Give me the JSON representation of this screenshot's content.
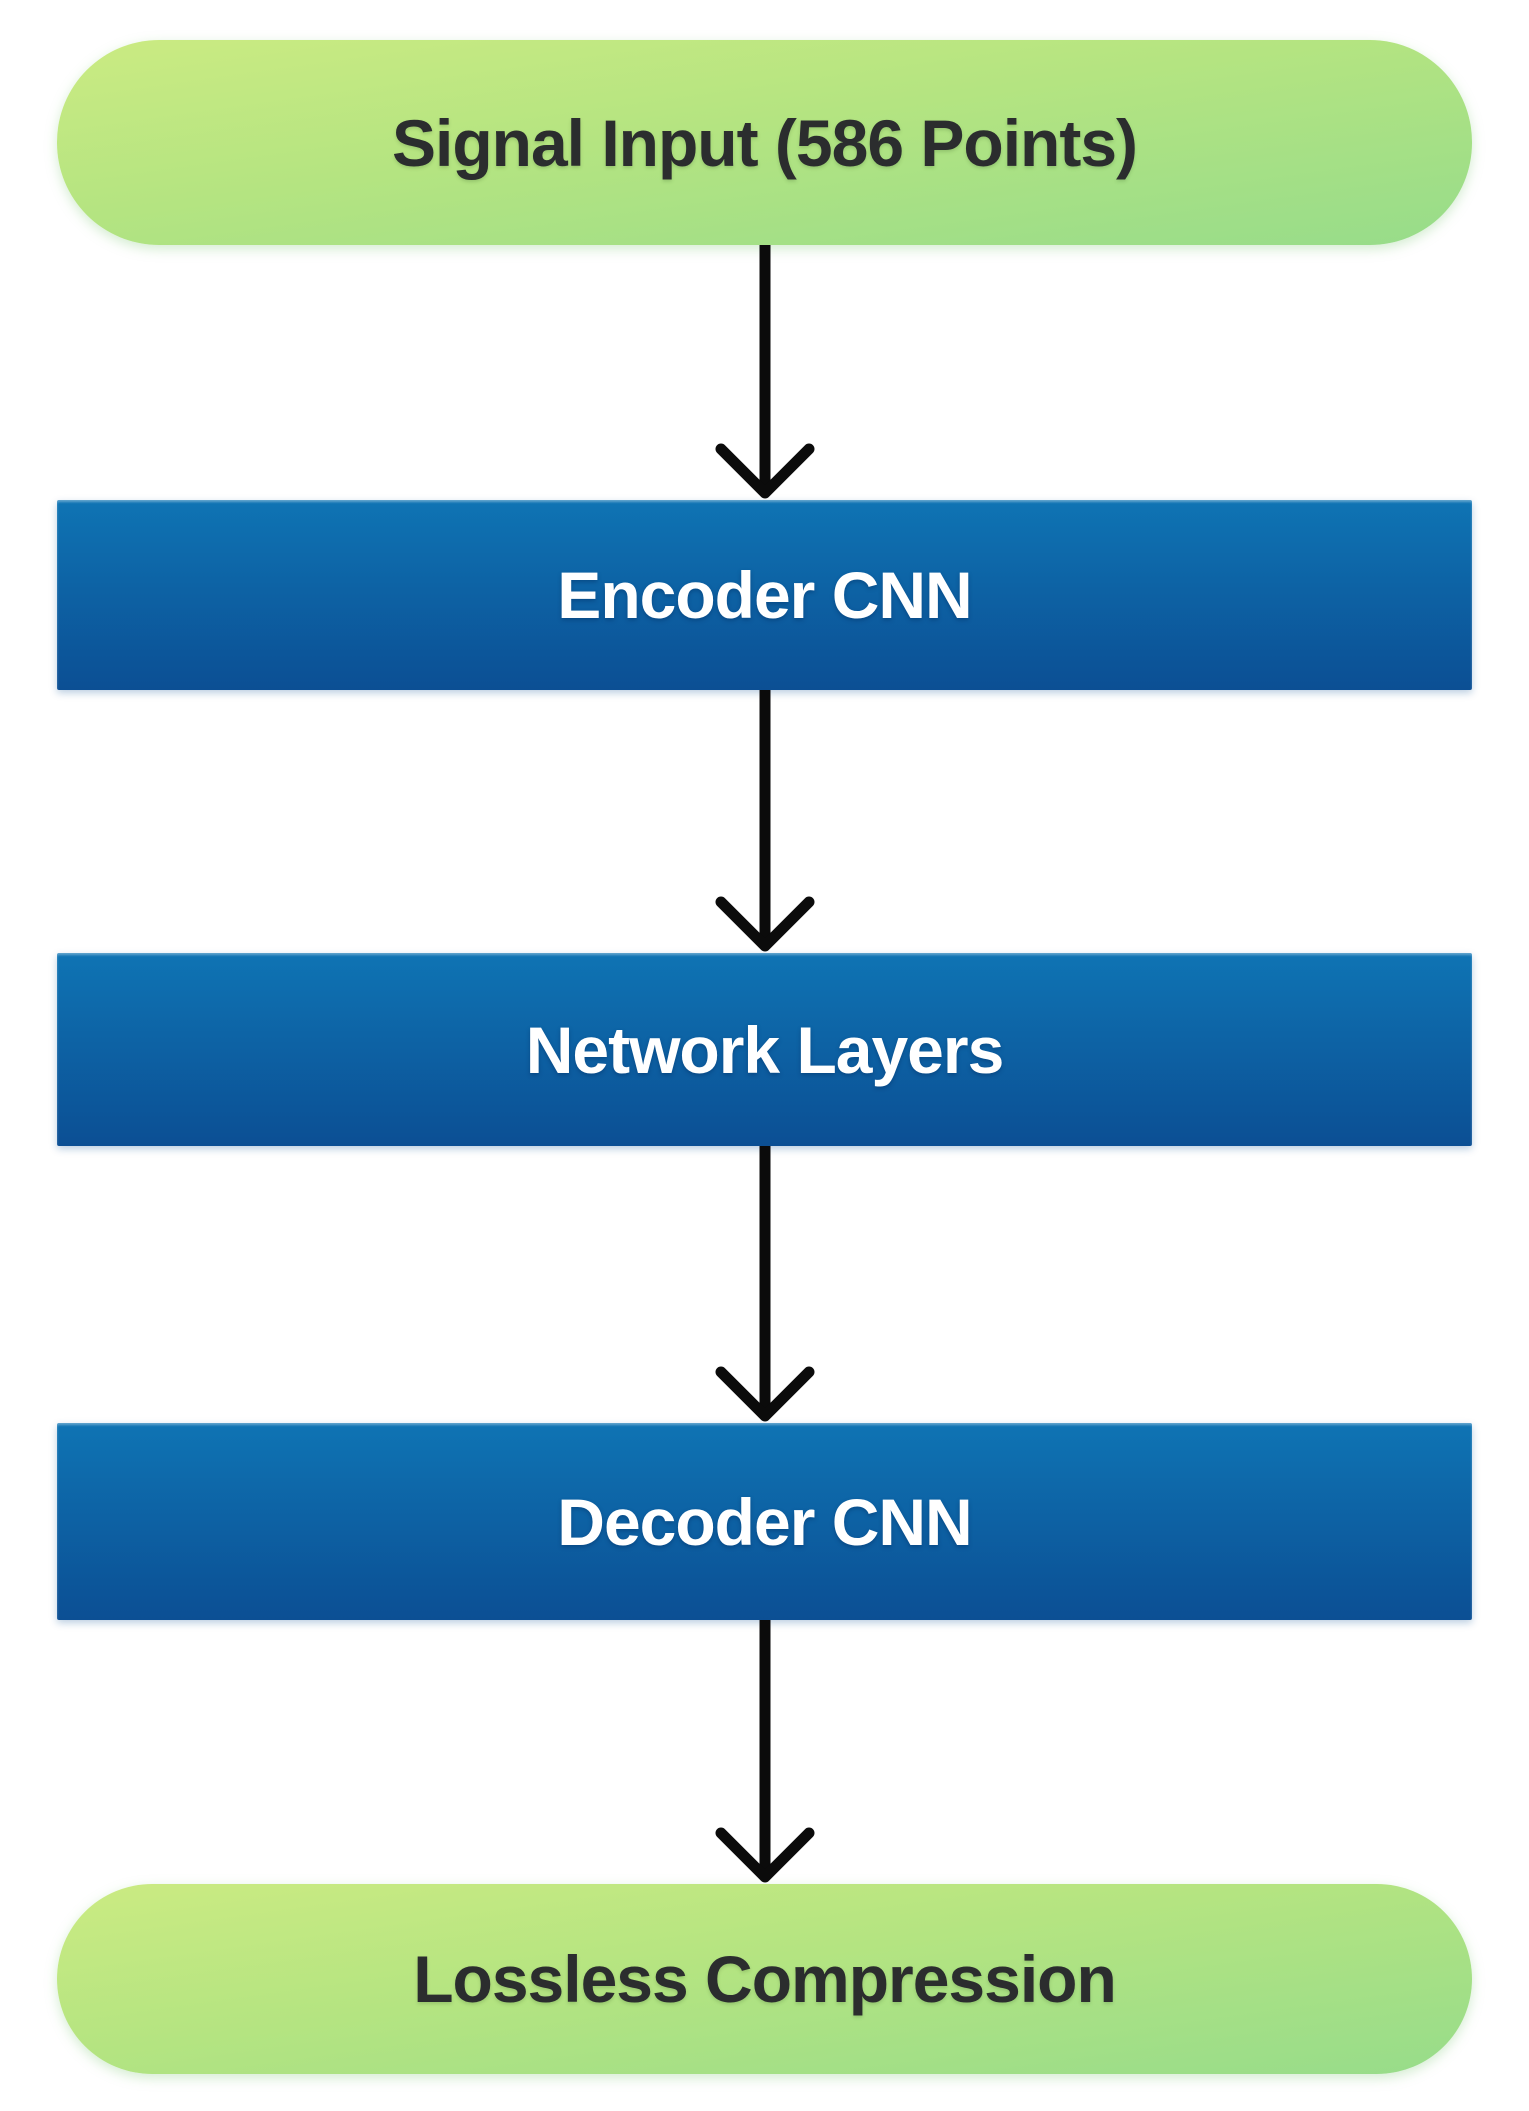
{
  "diagram": {
    "type": "flowchart",
    "direction": "top-down",
    "nodes": [
      {
        "id": "signal-input",
        "shape": "rounded-pill",
        "label": "Signal Input (586 Points)"
      },
      {
        "id": "encoder-cnn",
        "shape": "rectangle",
        "label": "Encoder CNN"
      },
      {
        "id": "network-layers",
        "shape": "rectangle",
        "label": "Network Layers"
      },
      {
        "id": "decoder-cnn",
        "shape": "rectangle",
        "label": "Decoder CNN"
      },
      {
        "id": "lossless-compression",
        "shape": "rounded-pill",
        "label": "Lossless Compression"
      }
    ],
    "connectors": [
      {
        "from": "signal-input",
        "to": "encoder-cnn",
        "style": "down-arrow"
      },
      {
        "from": "encoder-cnn",
        "to": "network-layers",
        "style": "down-arrow"
      },
      {
        "from": "network-layers",
        "to": "decoder-cnn",
        "style": "down-arrow"
      },
      {
        "from": "decoder-cnn",
        "to": "lossless-compression",
        "style": "down-arrow"
      }
    ],
    "colors": {
      "pill_gradient_top": "#cbeb82",
      "pill_gradient_bottom": "#97dc8a",
      "pill_text": "#2b2d2e",
      "box_gradient_top": "#0f74b4",
      "box_gradient_bottom": "#0c4f94",
      "box_text": "#ffffff",
      "arrow": "#0b0b0b",
      "background": "#ffffff"
    }
  }
}
